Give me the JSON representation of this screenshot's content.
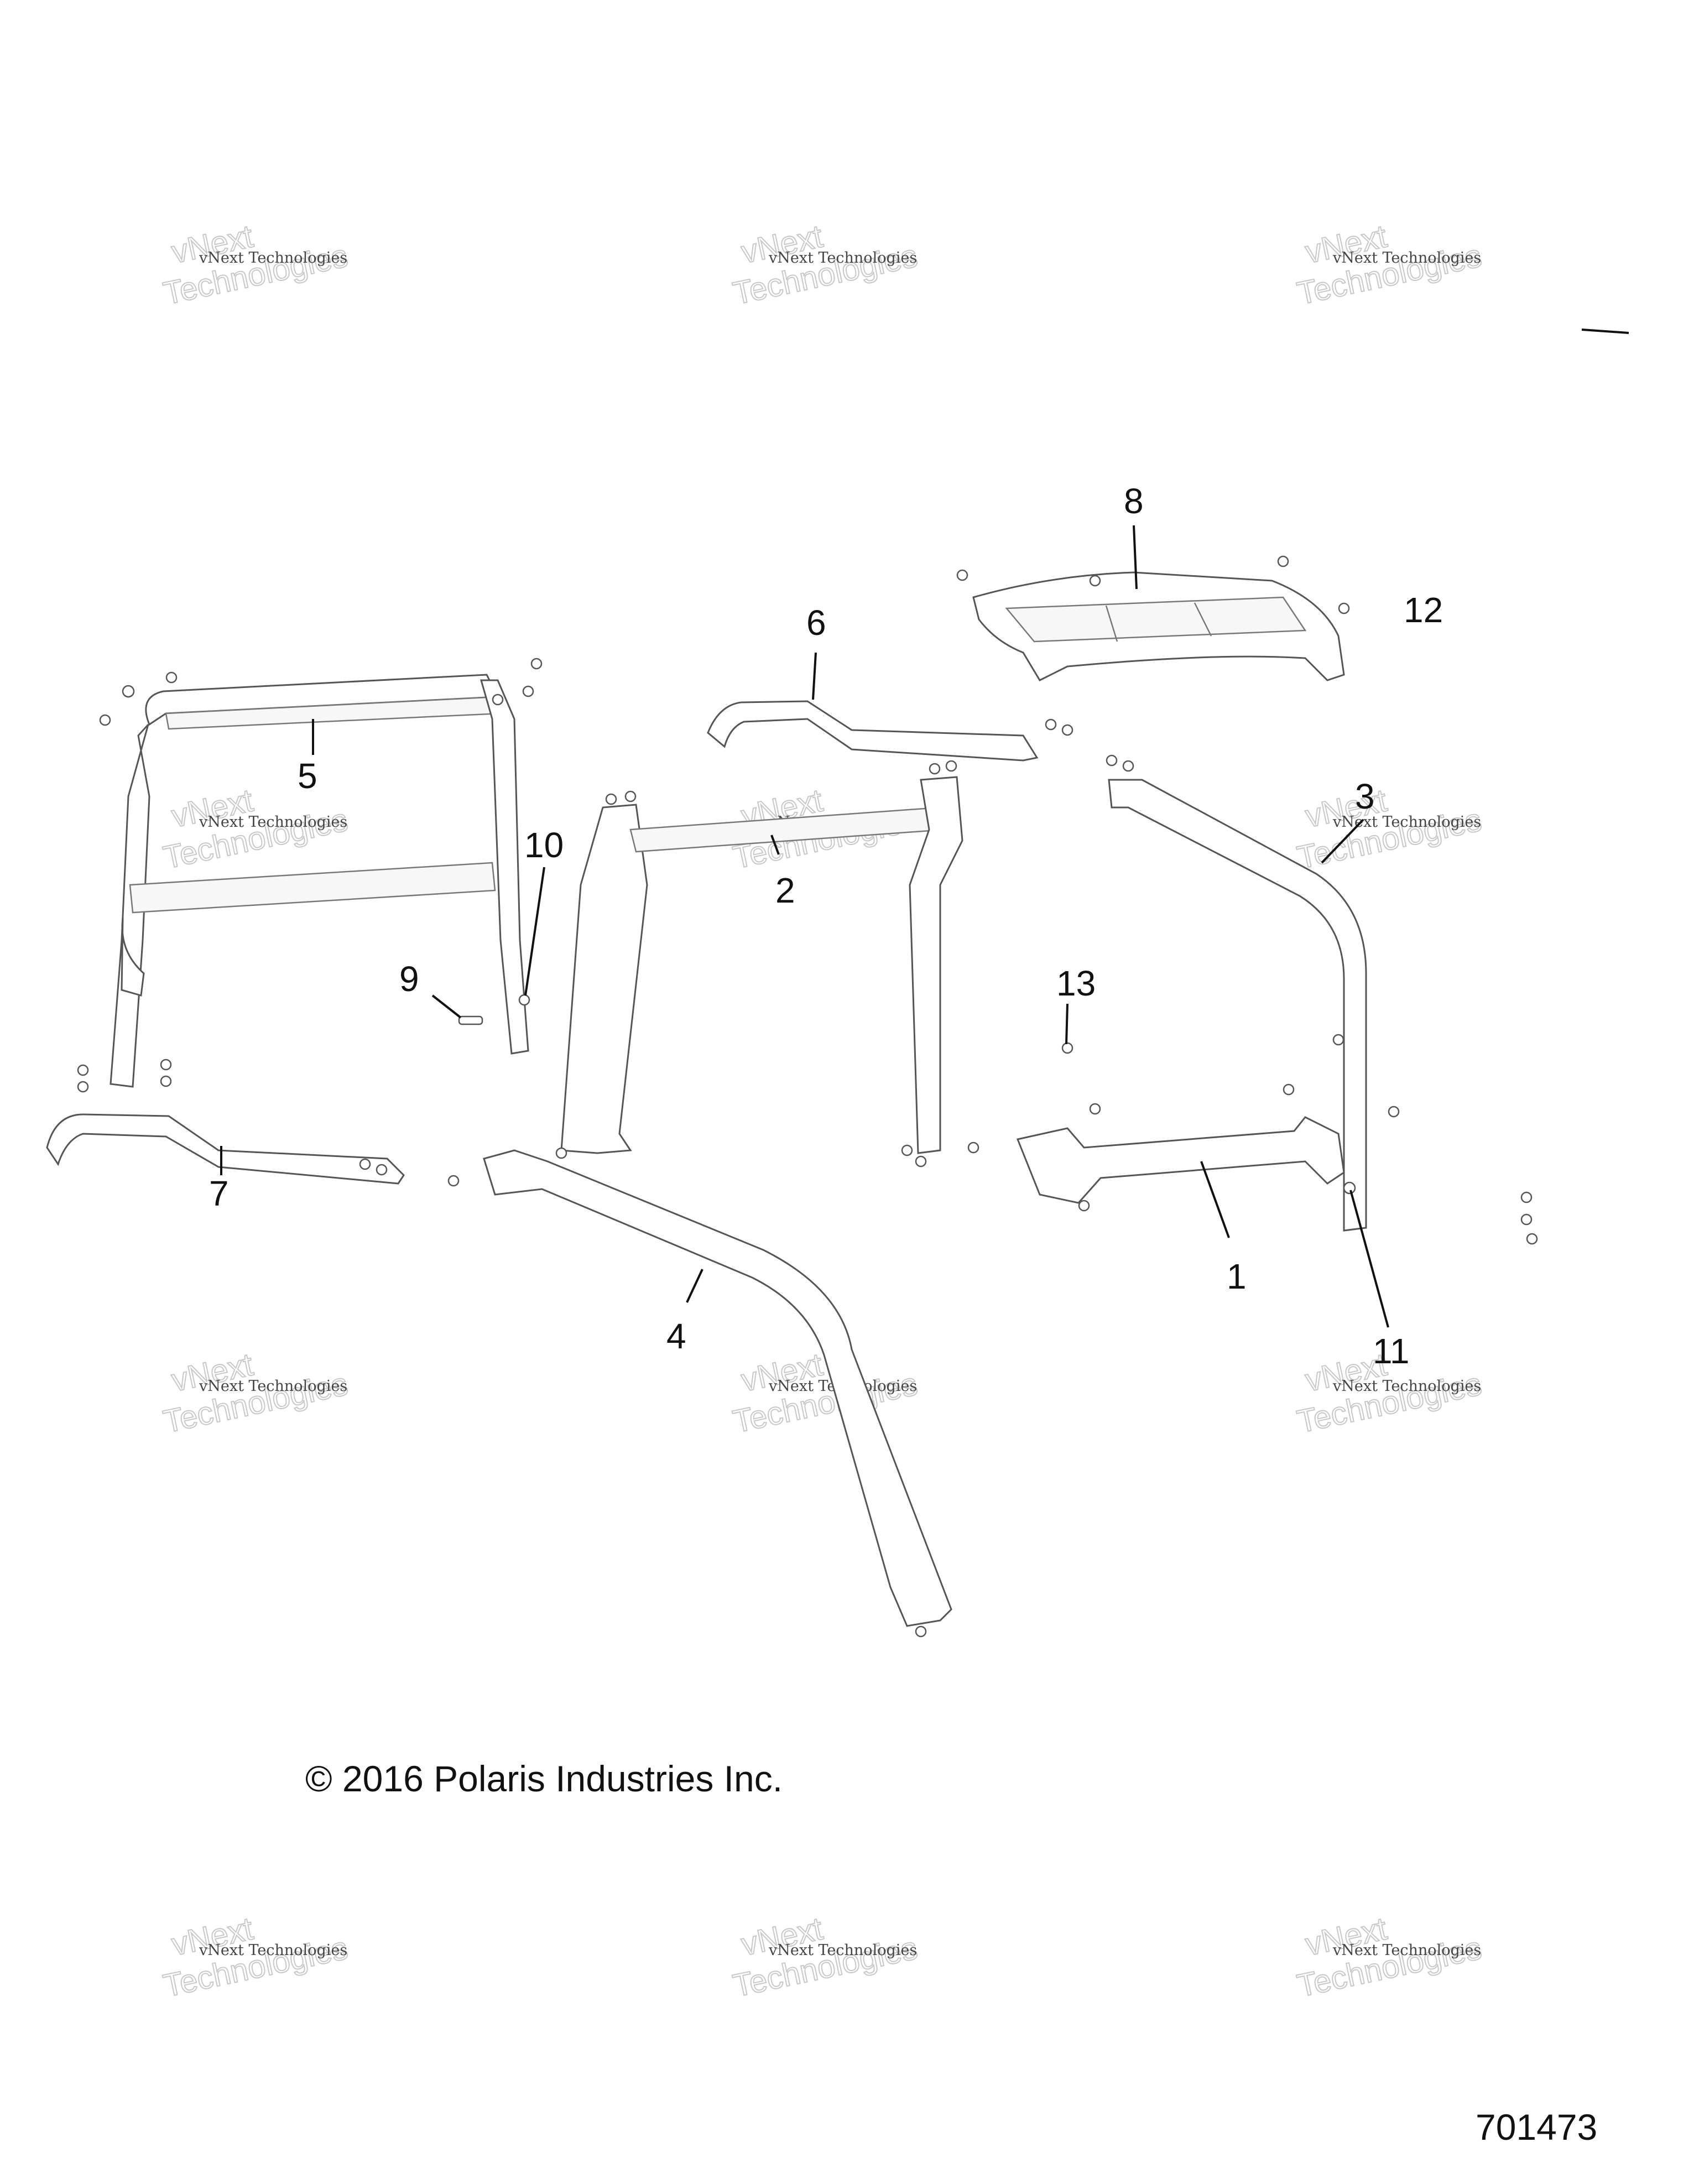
{
  "callouts": [
    {
      "id": "1",
      "label": "1"
    },
    {
      "id": "2",
      "label": "2"
    },
    {
      "id": "3",
      "label": "3"
    },
    {
      "id": "4",
      "label": "4"
    },
    {
      "id": "5",
      "label": "5"
    },
    {
      "id": "6",
      "label": "6"
    },
    {
      "id": "7",
      "label": "7"
    },
    {
      "id": "8",
      "label": "8"
    },
    {
      "id": "9",
      "label": "9"
    },
    {
      "id": "10",
      "label": "10"
    },
    {
      "id": "11",
      "label": "11"
    },
    {
      "id": "12",
      "label": "12"
    },
    {
      "id": "13",
      "label": "13"
    }
  ],
  "copyright": "© 2016 Polaris Industries Inc.",
  "document_number": "701473",
  "watermark": {
    "line1": "vNext Technologies",
    "line2": "Technologies",
    "line3": "vNext"
  }
}
